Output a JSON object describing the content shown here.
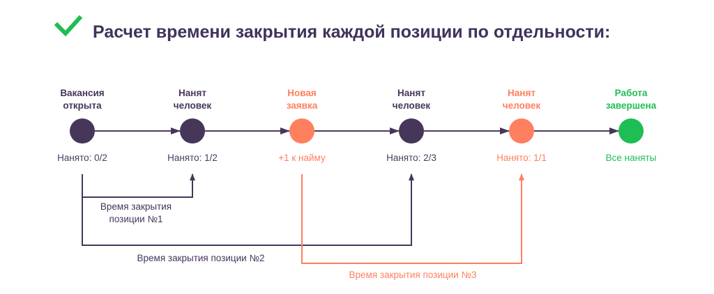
{
  "title": "Расчет времени закрытия каждой позиции по отдельности:",
  "colors": {
    "purple": "#45365a",
    "orange": "#ff7f5e",
    "green": "#1ebe55",
    "line": "#4a3d5f"
  },
  "steps": [
    {
      "label1": "Вакансия",
      "label2": "открыта",
      "status": "Нанято: 0/2",
      "color": "purple"
    },
    {
      "label1": "Нанят",
      "label2": "человек",
      "status": "Нанято: 1/2",
      "color": "purple"
    },
    {
      "label1": "Новая",
      "label2": "заявка",
      "status": "+1 к найму",
      "color": "orange"
    },
    {
      "label1": "Нанят",
      "label2": "человек",
      "status": "Нанято: 2/3",
      "color": "purple"
    },
    {
      "label1": "Нанят",
      "label2": "человек",
      "status": "Нанято: 1/1",
      "color": "orange"
    },
    {
      "label1": "Работа",
      "label2": "завершена",
      "status": "Все наняты",
      "color": "green"
    }
  ],
  "spans": [
    {
      "caption1": "Время закрытия",
      "caption2": "позиции №1",
      "color": "purple"
    },
    {
      "caption1": "Время закрытия позиции №2",
      "color": "purple"
    },
    {
      "caption1": "Время закрытия позиции №3",
      "color": "orange"
    }
  ]
}
